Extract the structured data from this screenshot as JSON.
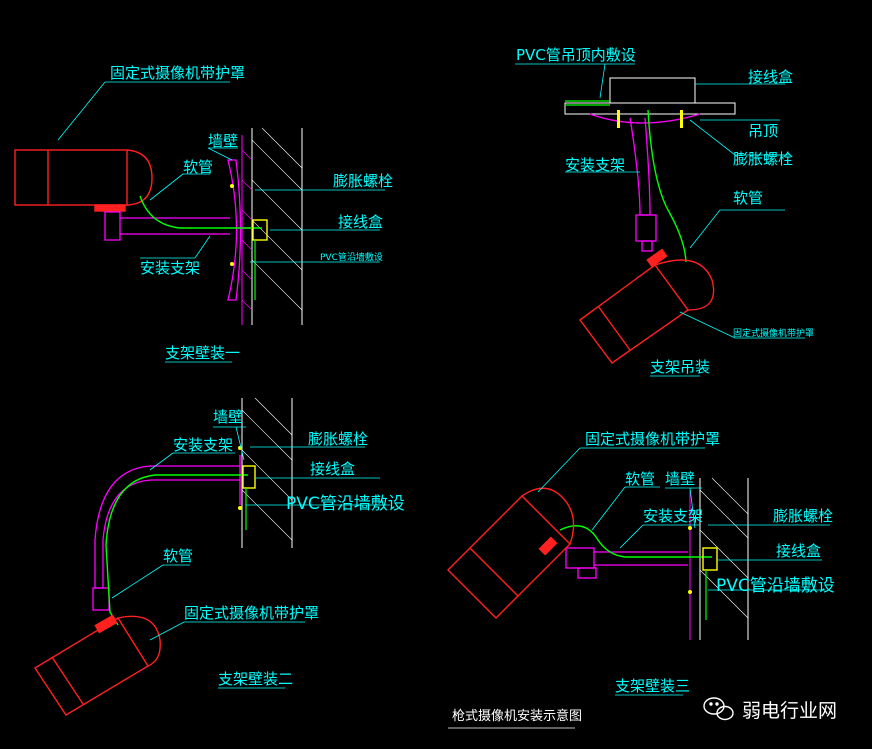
{
  "colors": {
    "background": "#000000",
    "text": "#00ffff",
    "camera": "#ff2020",
    "bracket": "#ff00ff",
    "conduit": "#00ff00",
    "wall": "#ffffff",
    "bolt": "#ffff00"
  },
  "figure1": {
    "camera_label": "固定式摄像机带护罩",
    "wall_label": "墙壁",
    "hose_label": "软管",
    "bolt_label": "膨胀螺栓",
    "box_label": "接线盒",
    "bracket_label": "安装支架",
    "pvc_label": "PVC管沿墙敷设",
    "title": "支架壁装一"
  },
  "figure2": {
    "pvc_label": "PVC管吊顶内敷设",
    "box_label": "接线盒",
    "ceiling_label": "吊顶",
    "bolt_label": "膨胀螺栓",
    "bracket_label": "安装支架",
    "hose_label": "软管",
    "camera_label": "固定式摄像机带护罩",
    "title": "支架吊装"
  },
  "figure3": {
    "wall_label": "墙壁",
    "bracket_label": "安装支架",
    "bolt_label": "膨胀螺栓",
    "box_label": "接线盒",
    "pvc_label": "PVC管沿墙敷设",
    "hose_label": "软管",
    "camera_label": "固定式摄像机带护罩",
    "title": "支架壁装二"
  },
  "figure4": {
    "camera_label": "固定式摄像机带护罩",
    "hose_label": "软管",
    "wall_label": "墙壁",
    "bracket_label": "安装支架",
    "bolt_label": "膨胀螺栓",
    "box_label": "接线盒",
    "pvc_label": "PVC管沿墙敷设",
    "title": "支架壁装三"
  },
  "caption": "枪式摄像机安装示意图",
  "watermark": {
    "icon": "wechat-icon",
    "text": "弱电行业网"
  }
}
